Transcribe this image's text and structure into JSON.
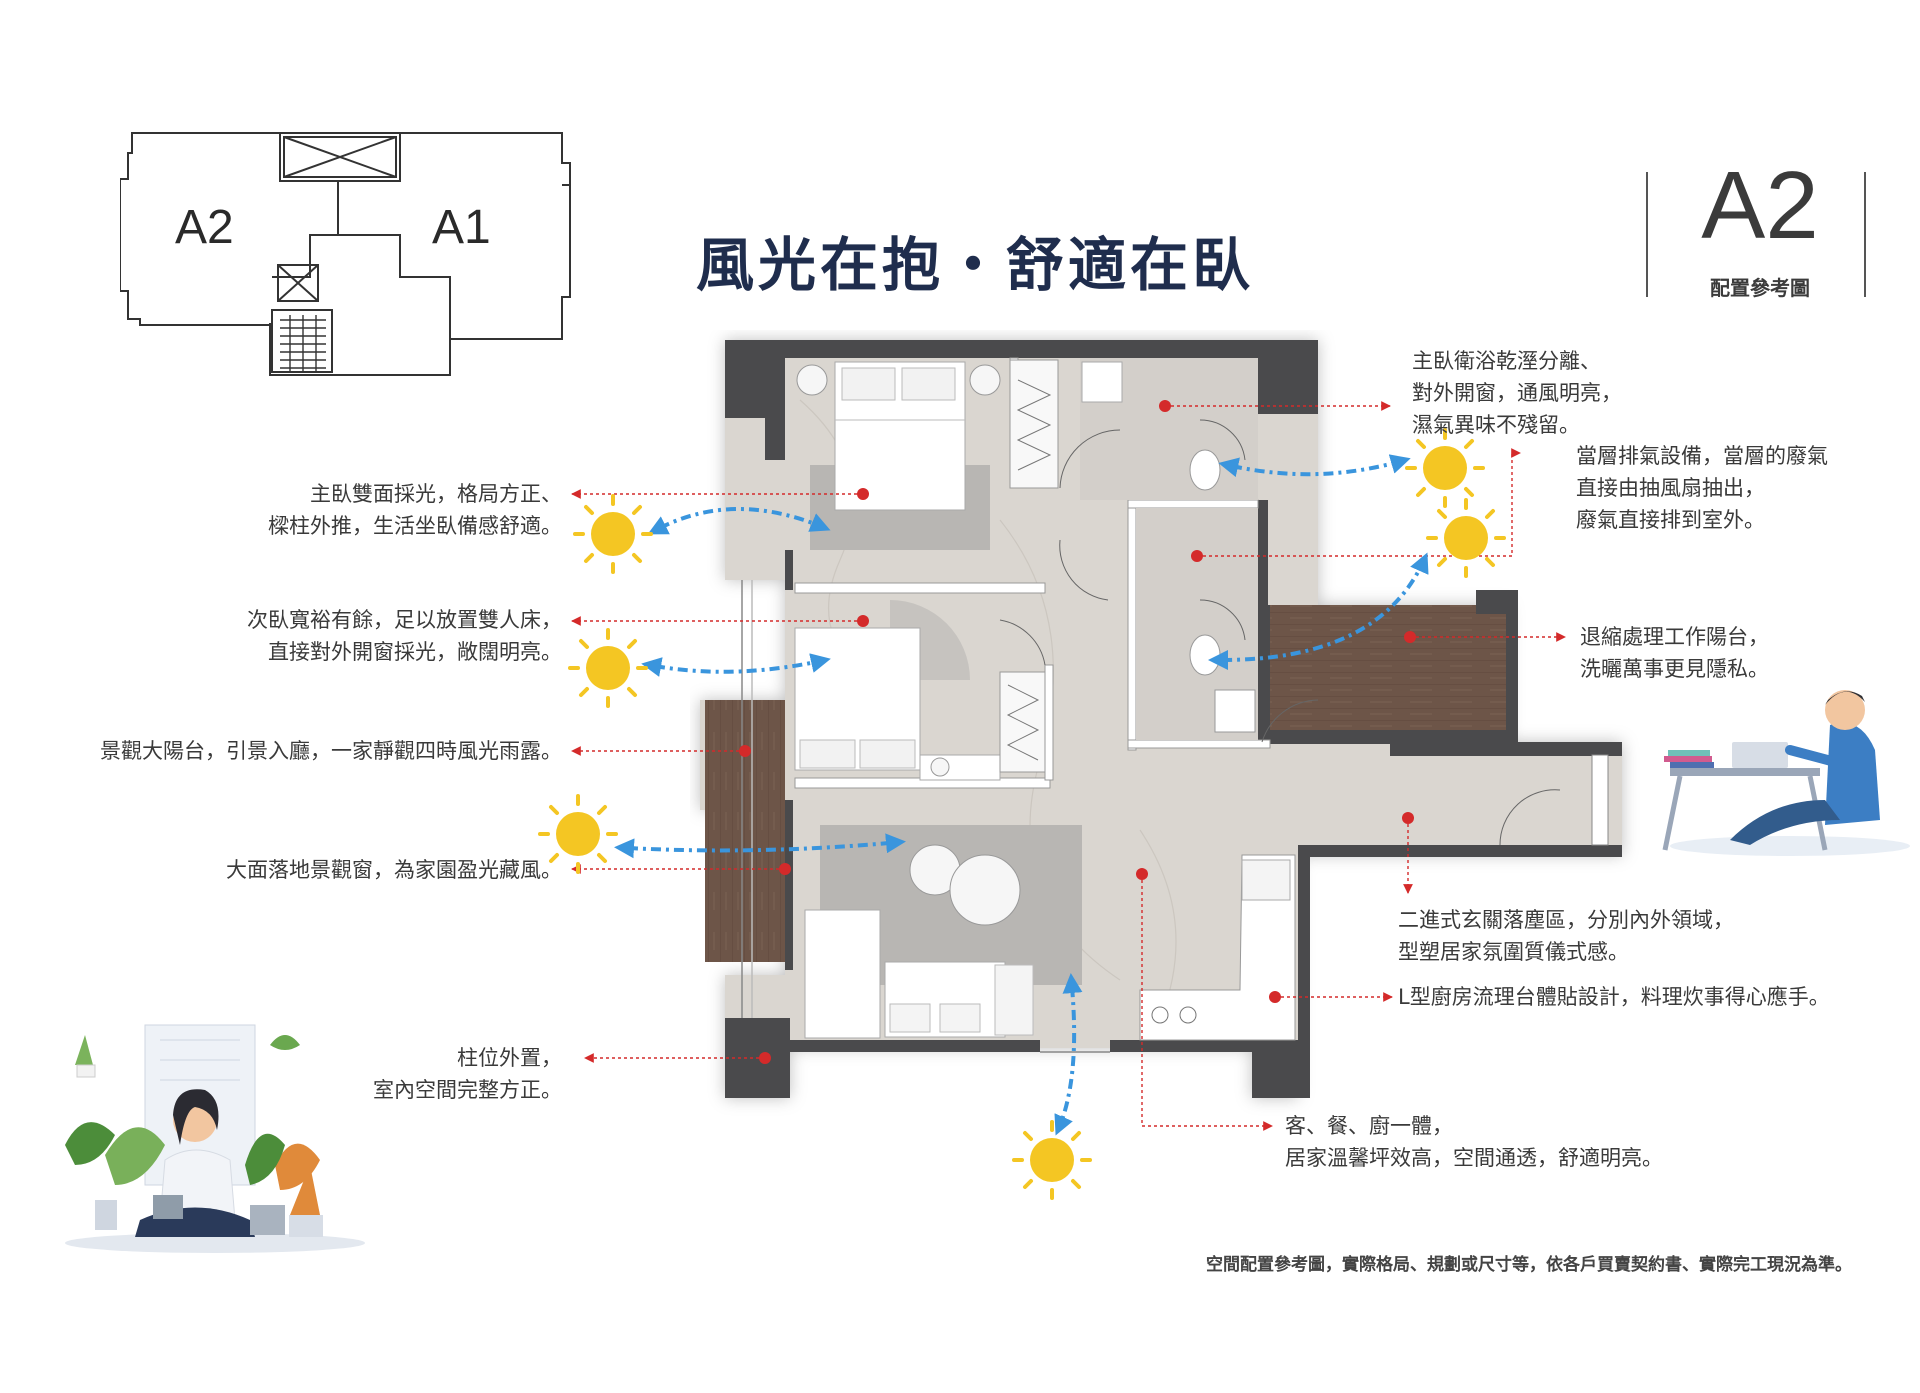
{
  "header": {
    "title": "風光在抱・舒適在臥",
    "unit_code": "A2",
    "unit_subtitle": "配置參考圖"
  },
  "key_plan": {
    "labels": [
      "A2",
      "A1"
    ]
  },
  "annotations": {
    "master_bath": [
      "主臥衛浴乾溼分離、",
      "對外開窗，通風明亮，",
      "濕氣異味不殘留。"
    ],
    "exhaust": [
      "當層排氣設備，當層的廢氣",
      "直接由抽風扇抽出，",
      "廢氣直接排到室外。"
    ],
    "work_balcony": [
      "退縮處理工作陽台，",
      "洗曬萬事更見隱私。"
    ],
    "entry": [
      "二進式玄關落塵區，分別內外領域，",
      "型塑居家氛圍質儀式感。"
    ],
    "kitchen": [
      "L型廚房流理台體貼設計，料理炊事得心應手。"
    ],
    "living": [
      "客、餐、廚一體，",
      "居家溫馨坪效高，空間通透，舒適明亮。"
    ],
    "master_bedroom": [
      "主臥雙面採光，格局方正、",
      "樑柱外推，生活坐臥備感舒適。"
    ],
    "second_bedroom": [
      "次臥寬裕有餘，足以放置雙人床，",
      "直接對外開窗採光，敞闊明亮。"
    ],
    "balcony": [
      "景觀大陽台，引景入廳，一家靜觀四時風光雨露。"
    ],
    "window": [
      "大面落地景觀窗，為家園盈光藏風。"
    ],
    "column": [
      "柱位外置，",
      "室內空間完整方正。"
    ]
  },
  "disclaimer": "空間配置參考圖，實際格局、規劃或尺寸等，依各戶買賣契約書、實際完工現況為準。",
  "colors": {
    "title": "#1f2d4d",
    "marker": "#d42a2a",
    "arrow": "#3a95dd",
    "sun": "#f4c623",
    "wall": "#4a4a4c",
    "floor": "#d9d5cf",
    "wood": "#6b5346"
  }
}
